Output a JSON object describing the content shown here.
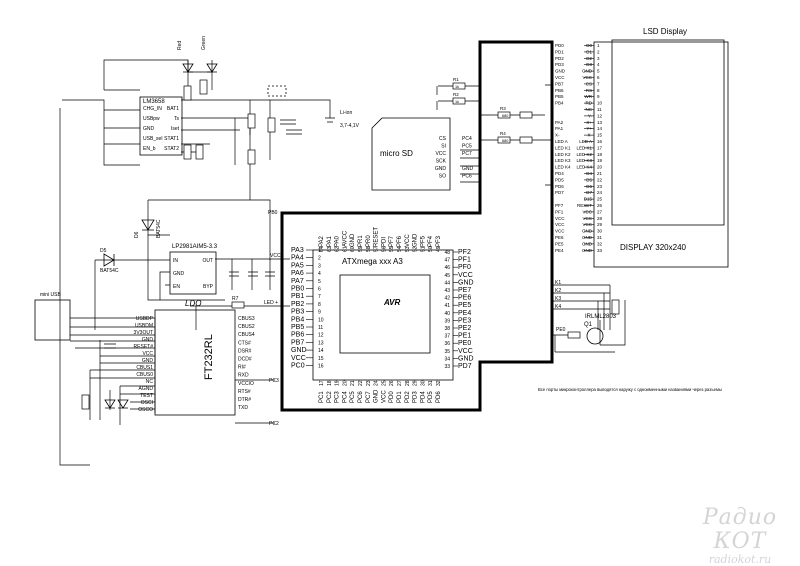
{
  "chips": {
    "charger": "LM3658",
    "ldo": "LP2981AIM5-3.3",
    "ldo_caption": "LDO",
    "mcu": "ATXmega xxx A3",
    "usb_uart": "FT232RL",
    "transistor": "IRLML2803",
    "transistor_ref": "Q1",
    "avr_logo": "AVR"
  },
  "labels": {
    "lsd_display": "LSD Display",
    "display_res": "DISPLAY  320x240",
    "micro_sd": "micro SD",
    "mini_usb": "mini USB",
    "battery": "Li-ion",
    "battery_v": "3,7-4,1V",
    "led_red": "Red",
    "led_green": "Green",
    "led_plus": "LED +",
    "vcc": "VCC",
    "footnote": "Все порты микроконтроллера выводятся наружу с одноименными названиями через разъемы",
    "diode_d5": "D5",
    "diode_d5_part": "BAT54C",
    "diode_d6": "D6",
    "diode_d6_part": "BAT54C",
    "r7": "R7",
    "pe0": "PE0",
    "pb0": "PB0",
    "pc3": "PC3",
    "pc2": "PC2"
  },
  "charger_pins_left": [
    "CHG_IN",
    "USBpw",
    "GND",
    "USB_sel",
    "EN_b"
  ],
  "charger_pins_right": [
    "BAT1",
    "Ts",
    "Iset",
    "STAT1",
    "STAT2"
  ],
  "ldo_pins": [
    "IN",
    "GND",
    "EN",
    "OUT",
    "BYP"
  ],
  "mcu_left": [
    "PA3",
    "PA4",
    "PA5",
    "PA6",
    "PA7",
    "PB0",
    "PB1",
    "PB2",
    "PB3",
    "PB4",
    "PB5",
    "PB6",
    "PB7",
    "GND",
    "VCC",
    "PC0"
  ],
  "mcu_right": [
    "PF2",
    "PF1",
    "PF0",
    "VCC",
    "GND",
    "PE7",
    "PE6",
    "PE5",
    "PE4",
    "PE3",
    "PE2",
    "PE1",
    "PE0",
    "VCC",
    "GND",
    "PD7"
  ],
  "mcu_top": [
    "PA2",
    "PA1",
    "PA0",
    "AVCC",
    "GND",
    "PR1",
    "PR0",
    "RESET",
    "PDI",
    "PF7",
    "PF6",
    "VCC",
    "GND",
    "PF5",
    "PF4",
    "PF3"
  ],
  "mcu_bottom": [
    "PC1",
    "PC2",
    "PC3",
    "PC4",
    "PC5",
    "PC6",
    "PC7",
    "GND",
    "VCC",
    "PD0",
    "PD1",
    "PD2",
    "PD3",
    "PD4",
    "PD5",
    "PD6"
  ],
  "ft232_right": [
    "CBUS3",
    "CBUS2",
    "CBUS4",
    "CTS#",
    "DSR#",
    "DCD#",
    "RI#",
    "RXD",
    "VCCIO",
    "RTS#",
    "DTR#",
    "TXD"
  ],
  "ft232_left": [
    "USBDP",
    "USBDM",
    "3V3OUT",
    "GND",
    "RESET#",
    "VCC",
    "GND",
    "CBUS1",
    "CBUS0",
    "NC",
    "AGND",
    "TEST",
    "OSCI",
    "OSCO"
  ],
  "sd_pins": [
    "CS",
    "SI",
    "VCC",
    "SCK",
    "GND",
    "SO"
  ],
  "sd_nets": [
    "PC4",
    "PC5",
    "PC7",
    "",
    "GND",
    "PC6"
  ],
  "display_left": [
    "PD0",
    "PD1",
    "PD2",
    "PD3",
    "GND",
    "VCC",
    "PB7",
    "PB6",
    "PB5",
    "PB4",
    "",
    "",
    "PA2",
    "PA1",
    "X-",
    "LED A",
    "LED K1",
    "LED K2",
    "LED K3",
    "LED K4",
    "PD4",
    "PD5",
    "PD6",
    "PD7",
    "",
    "PF7",
    "PF1",
    "VCC",
    "VCC",
    "VCC",
    "PE6",
    "PE5",
    "PE4"
  ],
  "display_right": [
    "D0",
    "D1",
    "D2",
    "D3",
    "GND",
    "VCC",
    "CS",
    "RS",
    "WR",
    "RD",
    "NC",
    "Y-",
    "X+",
    "Y+",
    "X-",
    "LED A",
    "LED K1",
    "LED K2",
    "LED K3",
    "LED K4",
    "D4",
    "D5",
    "D6",
    "D7",
    "D15",
    "RESET",
    "VCC",
    "VCC",
    "VCC",
    "GND",
    "GND",
    "GND",
    "GND"
  ],
  "backlight_lines": [
    "K1",
    "K2",
    "K3",
    "K4"
  ],
  "resistors_top": [
    "R1",
    "R2",
    "R3",
    "R4"
  ],
  "resistor_values": [
    "1k",
    "1k",
    "680",
    "680"
  ],
  "colors": {
    "line": "#000000",
    "watermark": "#d4d4d4"
  },
  "watermark": {
    "line1": "Радио КОТ",
    "line2": "radiokot.ru"
  }
}
